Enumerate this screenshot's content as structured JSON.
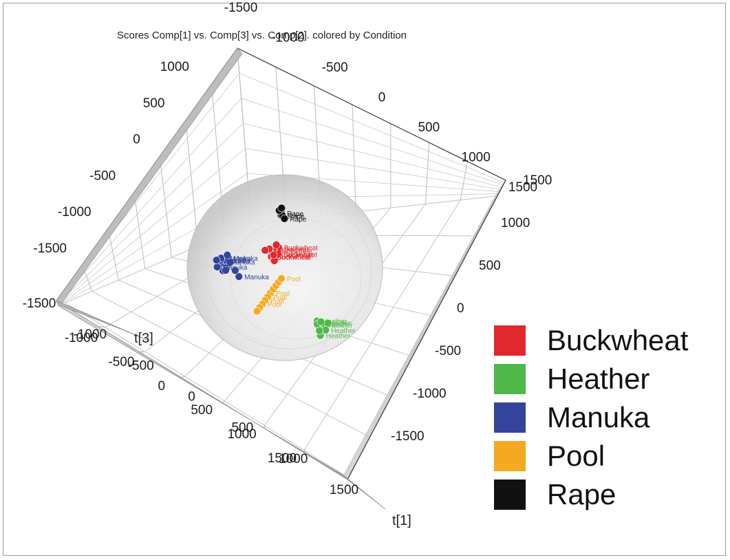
{
  "chart_data": {
    "type": "scatter",
    "subtype": "3d-scatter",
    "title": "Scores Comp[1] vs. Comp[3] vs. Comp[2]. colored by Condition",
    "xlabel": "t[1]",
    "zlabel": "t[3]",
    "x_ticks": [
      "-1000",
      "-500",
      "0",
      "500",
      "1000",
      "1500"
    ],
    "z_ticks": [
      "-1500",
      "-1000",
      "-500",
      "0",
      "500",
      "1000",
      "1500"
    ],
    "back_top_ticks": [
      "-1500",
      "-1000",
      "-500",
      "0",
      "500",
      "1000",
      "1500"
    ],
    "right_ticks": [
      "1500",
      "1000",
      "500",
      "0",
      "-500",
      "-1000",
      "-1500"
    ],
    "left_ticks": [
      "1000",
      "500",
      "0",
      "-500",
      "-1000",
      "-1500"
    ],
    "grid": true,
    "ellipsoid": true,
    "legend_placement": "right",
    "series": [
      {
        "name": "Buckwheat",
        "color": "#e0282e",
        "label": "Buckwheat",
        "points": [
          [
            -50,
            120,
            -30
          ],
          [
            -80,
            100,
            -60
          ],
          [
            -100,
            90,
            -20
          ],
          [
            -120,
            110,
            -80
          ],
          [
            -90,
            80,
            -100
          ],
          [
            -60,
            140,
            -50
          ],
          [
            -110,
            60,
            -40
          ],
          [
            -70,
            70,
            -120
          ],
          [
            -40,
            100,
            -90
          ],
          [
            -130,
            90,
            -10
          ],
          [
            -100,
            130,
            -110
          ],
          [
            -80,
            50,
            -70
          ],
          [
            -60,
            110,
            -140
          ],
          [
            -150,
            100,
            -60
          ]
        ]
      },
      {
        "name": "Heather",
        "color": "#4fb848",
        "label": "Heather",
        "points": [
          [
            250,
            -280,
            -60
          ],
          [
            270,
            -300,
            -80
          ],
          [
            230,
            -260,
            -100
          ],
          [
            260,
            -320,
            -40
          ],
          [
            280,
            -270,
            -120
          ],
          [
            240,
            -310,
            -90
          ],
          [
            220,
            -290,
            -70
          ],
          [
            300,
            -280,
            -50
          ],
          [
            250,
            -340,
            -110
          ],
          [
            270,
            -250,
            -130
          ],
          [
            290,
            -310,
            -90
          ],
          [
            230,
            -330,
            -60
          ]
        ]
      },
      {
        "name": "Manuka",
        "color": "#33449a",
        "label": "Manuka",
        "points": [
          [
            -520,
            -60,
            80
          ],
          [
            -550,
            -80,
            60
          ],
          [
            -500,
            -40,
            100
          ],
          [
            -530,
            -100,
            40
          ],
          [
            -560,
            -60,
            90
          ],
          [
            -510,
            -90,
            70
          ],
          [
            -540,
            -30,
            50
          ],
          [
            -490,
            -70,
            110
          ],
          [
            -570,
            -80,
            30
          ],
          [
            -520,
            -110,
            80
          ],
          [
            -580,
            -50,
            60
          ],
          [
            -500,
            -20,
            90
          ],
          [
            -440,
            -160,
            150
          ],
          [
            -460,
            -120,
            130
          ]
        ]
      },
      {
        "name": "Pool",
        "color": "#f5a921",
        "label": "Pool",
        "points": [
          [
            -150,
            -170,
            -10
          ],
          [
            -130,
            -150,
            10
          ],
          [
            -170,
            -190,
            -30
          ],
          [
            -110,
            -130,
            20
          ],
          [
            -190,
            -210,
            -40
          ],
          [
            -90,
            -110,
            30
          ],
          [
            -210,
            -230,
            -50
          ],
          [
            -230,
            -250,
            -60
          ],
          [
            -70,
            -90,
            40
          ],
          [
            -250,
            -270,
            -70
          ]
        ]
      },
      {
        "name": "Rape",
        "color": "#111111",
        "label": "Rape",
        "points": [
          [
            -20,
            310,
            20
          ],
          [
            -30,
            290,
            40
          ],
          [
            -10,
            300,
            10
          ],
          [
            -40,
            320,
            30
          ],
          [
            0,
            280,
            20
          ],
          [
            -25,
            330,
            50
          ]
        ]
      }
    ]
  }
}
